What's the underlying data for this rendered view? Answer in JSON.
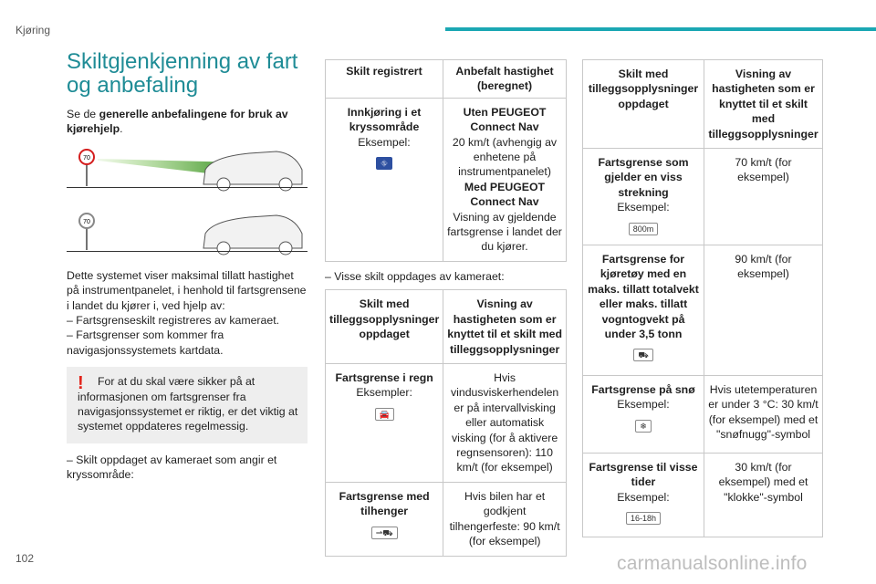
{
  "header": {
    "section": "Kjøring"
  },
  "page_number": "102",
  "watermark": "carmanualsonline.info",
  "title": "Skiltgjenkjenning av fart og anbefaling",
  "intro": {
    "prefix": "Se de ",
    "bold": "generelle anbefalingene for bruk av kjørehjelp",
    "suffix": "."
  },
  "signs": {
    "speed": "70"
  },
  "body_text": "Dette systemet viser maksimal tillatt hastighet på instrumentpanelet, i henhold til fartsgrensene i landet du kjører i, ved hjelp av:",
  "bullets": [
    "–  Fartsgrenseskilt registreres av kameraet.",
    "–  Fartsgrenser som kommer fra navigasjonssystemets kartdata."
  ],
  "warning": "For at du skal være sikker på at informasjonen om fartsgrenser fra navigasjonssystemet er riktig, er det viktig at systemet oppdateres regelmessig.",
  "bullet_junction": "–  Skilt oppdaget av kameraet som angir et kryssområde:",
  "table1": {
    "headers": [
      "Skilt registrert",
      "Anbefalt hastighet (beregnet)"
    ],
    "row": {
      "sign_title": "Innkjøring i et kryssområde",
      "sign_example": "Eksempel:",
      "nav_title": "Uten PEUGEOT Connect Nav",
      "nav_text": "20 km/t (avhengig av enhetene på instrumentpanelet)",
      "nav2_title": "Med PEUGEOT Connect Nav",
      "nav2_text": "Visning av gjeldende fartsgrense i landet der du kjører."
    }
  },
  "bullet_all": "–  Visse skilt oppdages av kameraet:",
  "table2": {
    "headers": [
      "Skilt med tilleggsopplysninger oppdaget",
      "Visning av hastigheten som er knyttet til et skilt med tilleggsopplysninger"
    ],
    "rows": [
      {
        "title": "Fartsgrense i regn",
        "example": "Eksempler:",
        "icon": "rain-car-icon",
        "value": "Hvis vindusviskerhendelen er på intervallvisking eller automatisk visking (for å aktivere regnsensoren): 110 km/t (for eksempel)"
      },
      {
        "title": "Fartsgrense med tilhenger",
        "example": "",
        "icon": "trailer-icon",
        "value": "Hvis bilen har et godkjent tilhengerfeste: 90 km/t (for eksempel)"
      }
    ]
  },
  "table3": {
    "headers": [
      "Skilt med tilleggsopplysninger oppdaget",
      "Visning av hastigheten som er knyttet til et skilt med tilleggsopplysninger"
    ],
    "rows": [
      {
        "title": "Fartsgrense som gjelder en viss strekning",
        "example": "Eksempel:",
        "icon": "distance-icon",
        "icon_text": "800m",
        "value": "70 km/t (for eksempel)"
      },
      {
        "title": "Fartsgrense for kjøretøy med en maks. tillatt totalvekt eller maks. tillatt vogntogvekt på under 3,5 tonn",
        "example": "",
        "icon": "truck-icon",
        "icon_text": "",
        "value": "90 km/t (for eksempel)"
      },
      {
        "title": "Fartsgrense på snø",
        "example": "Eksempel:",
        "icon": "snowflake-icon",
        "icon_text": "❄",
        "value": "Hvis utetemperaturen er under 3 °C: 30 km/t (for eksempel) med et \"snøfnugg\"-symbol"
      },
      {
        "title": "Fartsgrense til visse tider",
        "example": "Eksempel:",
        "icon": "clock-icon",
        "icon_text": "16-18h",
        "value": "30 km/t (for eksempel) med et \"klokke\"-symbol"
      }
    ]
  },
  "colors": {
    "accent": "#1aa7b3",
    "title": "#1f8c96",
    "warning": "#e2231a"
  }
}
